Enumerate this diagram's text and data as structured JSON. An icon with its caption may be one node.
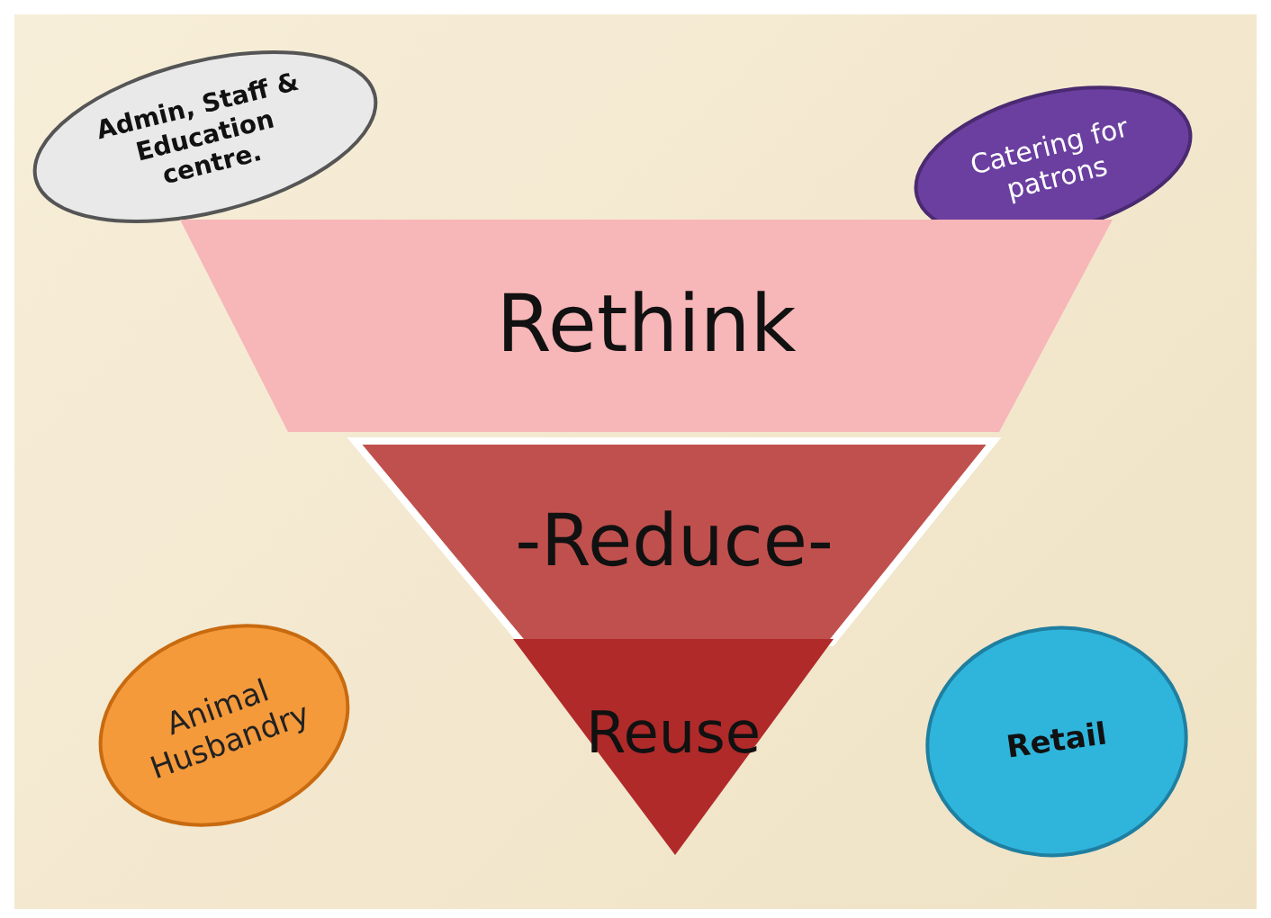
{
  "diagram": {
    "nodes": [
      {
        "text": [
          "Admin, Staff & Education centre."
        ]
      },
      {
        "text": [
          "Catering for patrons"
        ]
      },
      {
        "text": [
          "Rethink"
        ]
      },
      {
        "text": [
          "-Reduce-"
        ]
      },
      {
        "text": [
          "Reuse"
        ]
      },
      {
        "text": [
          "Animal Husbandry"
        ]
      },
      {
        "text": [
          "Retail"
        ]
      }
    ]
  }
}
